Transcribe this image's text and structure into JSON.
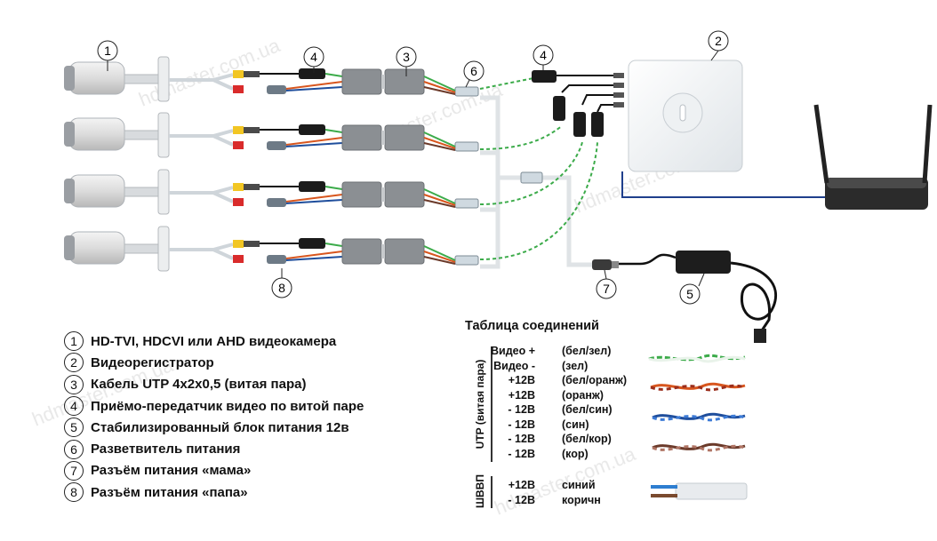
{
  "watermark": "hdmaster.com.ua",
  "callouts": [
    "1",
    "2",
    "3",
    "4",
    "4",
    "5",
    "6",
    "7",
    "8"
  ],
  "legend": [
    {
      "num": "1",
      "text": "HD-TVI, HDCVI или AHD видеокамера"
    },
    {
      "num": "2",
      "text": "Видеорегистратор"
    },
    {
      "num": "3",
      "text": "Кабель UTP 4х2х0,5 (витая пара)"
    },
    {
      "num": "4",
      "text": "Приёмо-передатчик видео по витой паре"
    },
    {
      "num": "5",
      "text": "Стабилизированный блок питания 12в"
    },
    {
      "num": "6",
      "text": "Разветвитель питания"
    },
    {
      "num": "7",
      "text": "Разъём питания «мама»"
    },
    {
      "num": "8",
      "text": "Разъём питания «папа»"
    }
  ],
  "table": {
    "title": "Таблица соединений",
    "utp_label": "UTP (витая пара)",
    "shvvp_label": "ШВВП",
    "utp_rows": [
      {
        "signal": "Видео +",
        "color": "(бел/зел)"
      },
      {
        "signal": "Видео -",
        "color": "(зел)"
      },
      {
        "signal": "+12В",
        "color": "(бел/оранж)"
      },
      {
        "signal": "+12В",
        "color": "(оранж)"
      },
      {
        "signal": "- 12В",
        "color": "(бел/син)"
      },
      {
        "signal": "- 12В",
        "color": "(син)"
      },
      {
        "signal": "- 12В",
        "color": "(бел/кор)"
      },
      {
        "signal": "- 12В",
        "color": "(кор)"
      }
    ],
    "shvvp_rows": [
      {
        "signal": "+12В",
        "color": "синий"
      },
      {
        "signal": "- 12В",
        "color": "коричн"
      }
    ]
  },
  "wire_colors": {
    "green": "#3cab4a",
    "orange": "#d8561e",
    "blue": "#1f4e9c",
    "brown": "#6b3a2a",
    "white": "#f2f2f2",
    "lightblue": "#2e7ed0",
    "cable": "#cfd5da"
  }
}
